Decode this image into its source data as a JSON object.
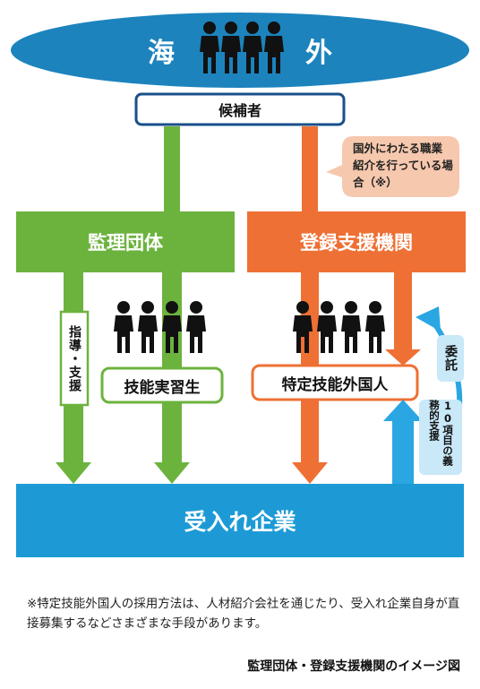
{
  "top": {
    "left_char": "海",
    "right_char": "外"
  },
  "candidates": "候補者",
  "callout": "国外にわたる職業紹介を行っている場合（※）",
  "supervising_org": "監理団体",
  "registered_support_org": "登録支援機関",
  "guidance": "指導・支援",
  "technical_intern": "技能実習生",
  "specified_skilled_worker": "特定技能外国人",
  "entrust": "委託",
  "mandatory_support": "10項目の義務的支援",
  "host_company": "受入れ企業",
  "footnote": "※特定技能外国人の採用方法は、人材紹介会社を通じたり、受入れ企業自身が直接募集するなどさまざまな手段があります。",
  "caption": "監理団体・登録支援機関のイメージ図",
  "colors": {
    "blue": "#1d9ad6",
    "ellipse": "#1c83bd",
    "navy": "#1a4f8a",
    "green": "#6cb33e",
    "orange": "#ee7034",
    "callout": "#f6c8ae",
    "light_blue": "#c9e8f8",
    "arrow_blue": "#2aa6e3"
  }
}
